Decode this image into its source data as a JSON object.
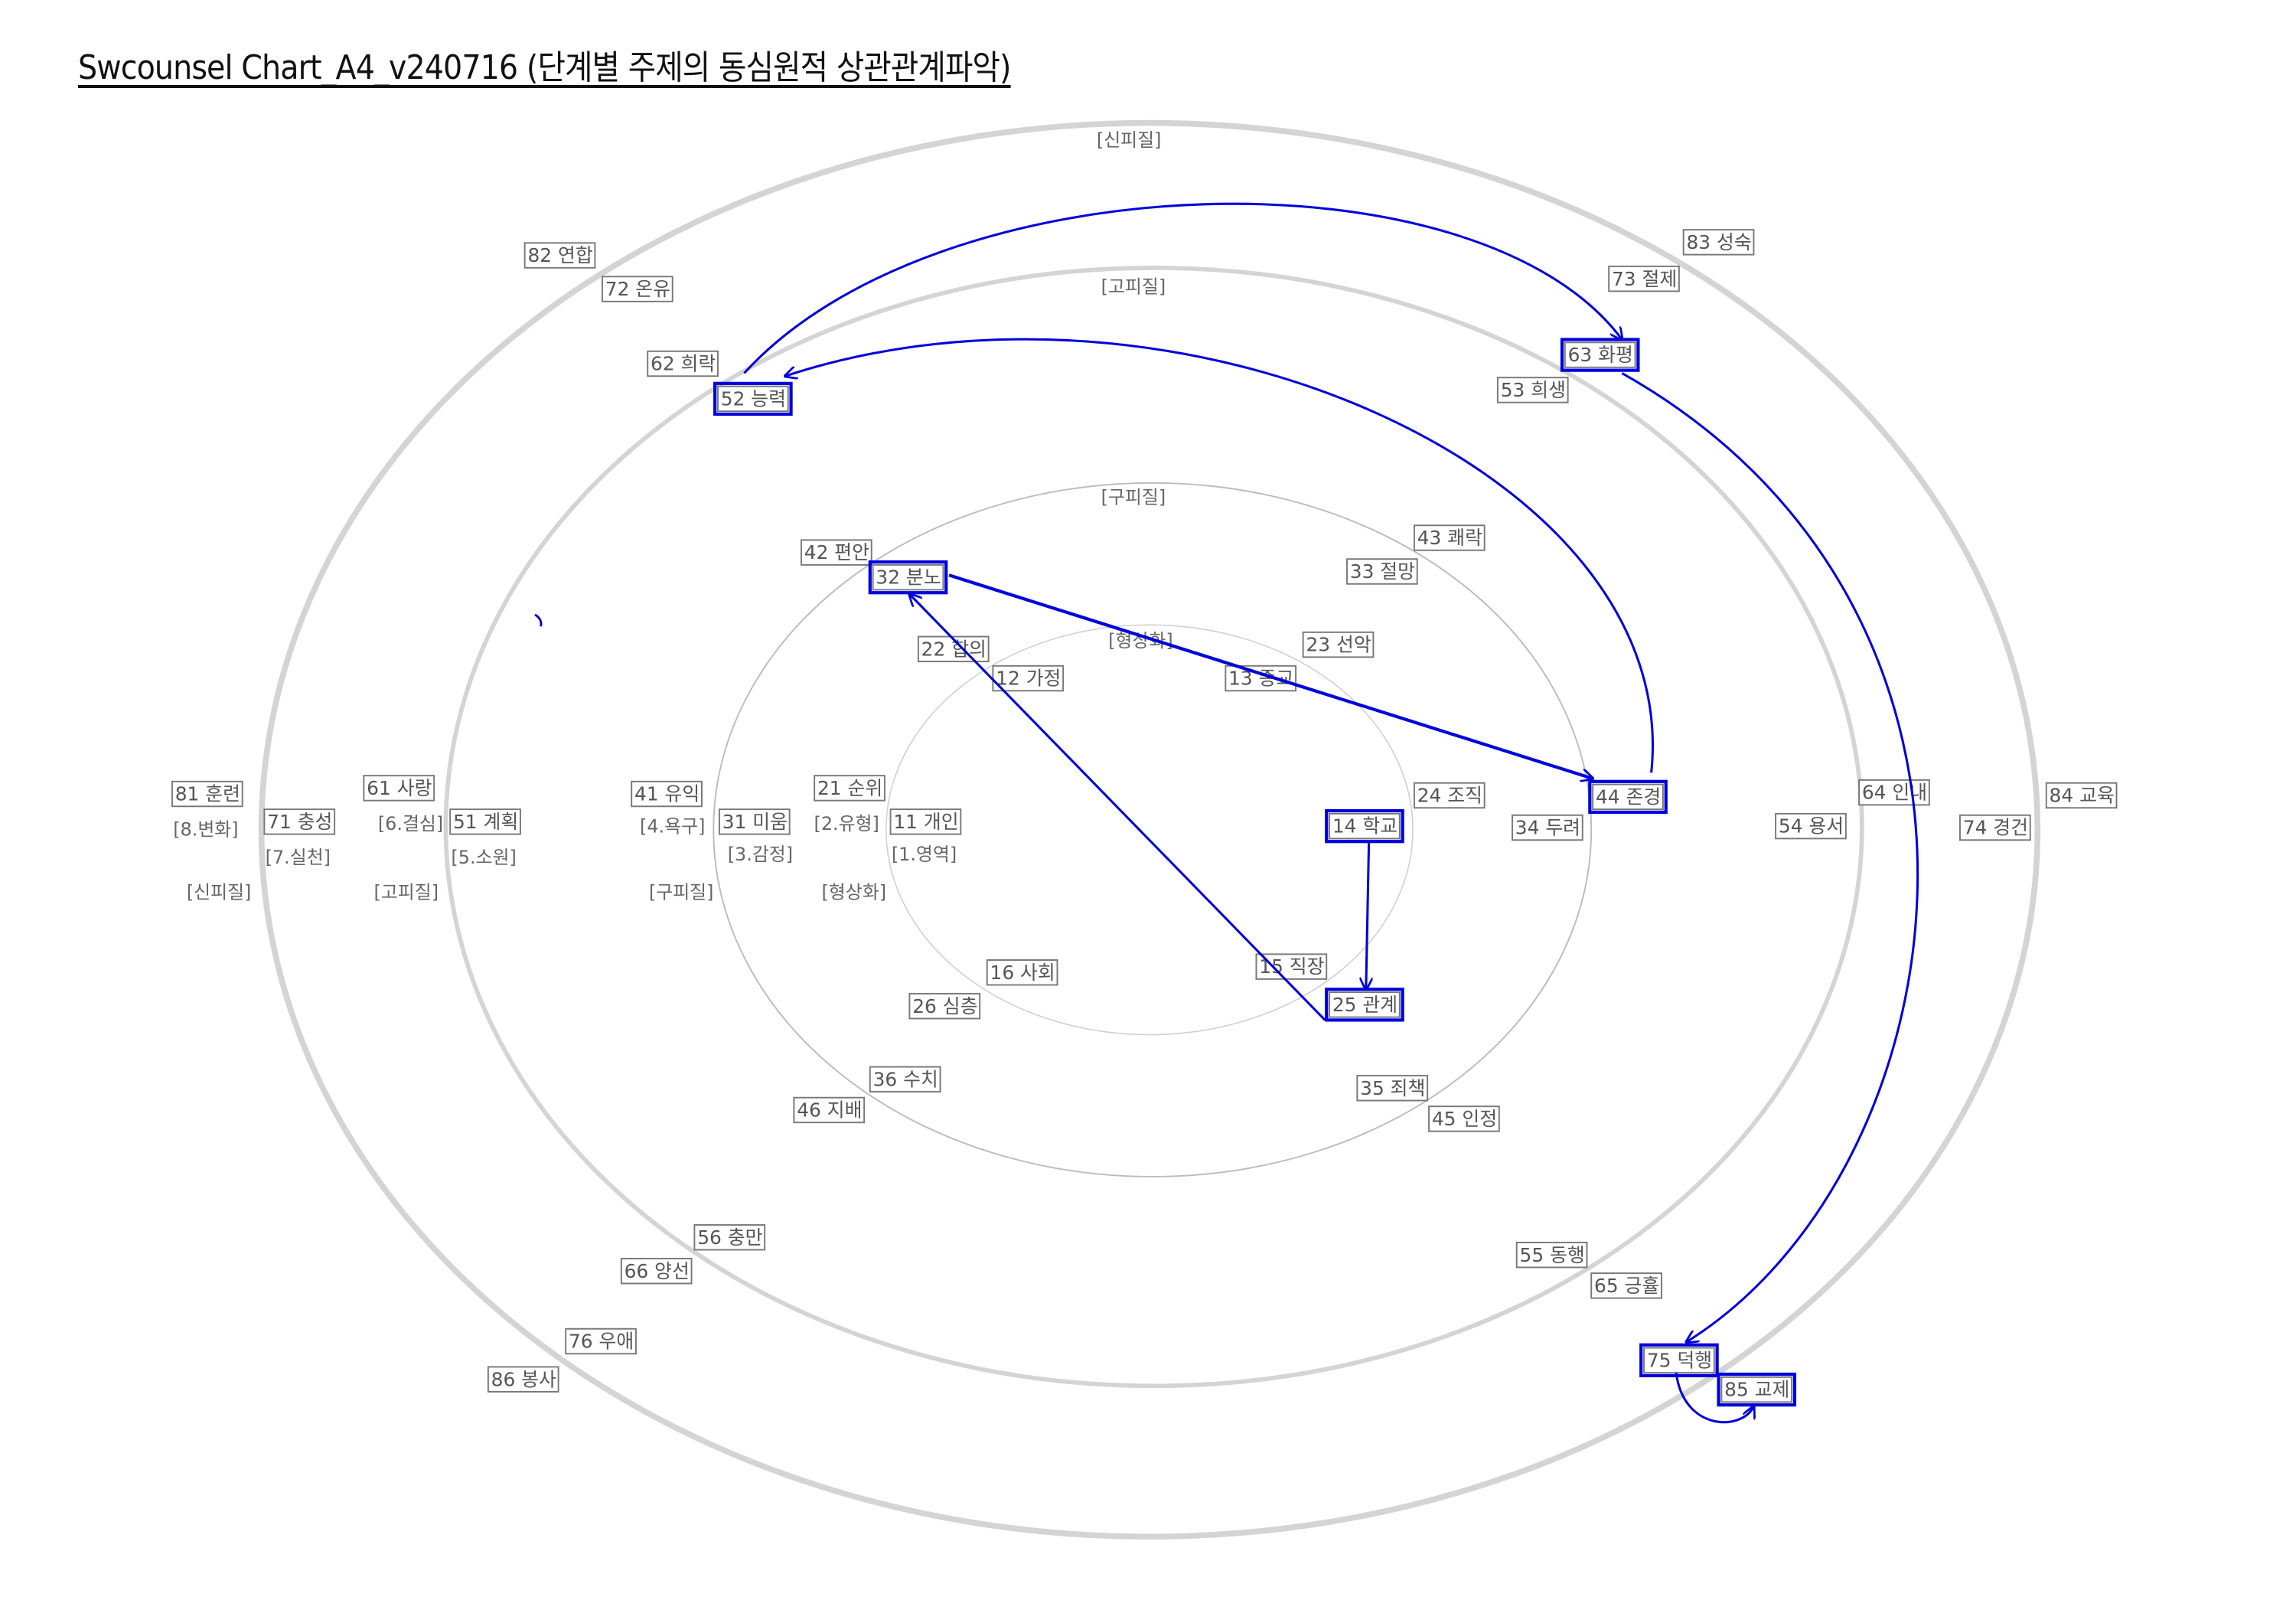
{
  "title": "Swcounsel Chart_A4_v240716 (단계별 주제의 동심원적 상관관계파악)",
  "colors": {
    "arrow": "#0000dd",
    "ring": "#d4d4d4",
    "inner_ring": "#bbbbbb",
    "box": "#777777"
  },
  "rings": [
    "신피질",
    "고피질",
    "구피질",
    "형상화"
  ],
  "ring_labels": [
    "[신피질]",
    "[고피질]",
    "[구피질]",
    "[형상화]"
  ],
  "axis_labels": [
    "[8.변화]",
    "[7.실천]",
    "[신피질]",
    "[6.결심]",
    "[5.소원]",
    "[고피질]",
    "[4.욕구]",
    "[3.감정]",
    "[구피질]",
    "[2.유형]",
    "[1.영역]",
    "[형상화]"
  ],
  "nodes": [
    {
      "label": "82 연합"
    },
    {
      "label": "72 온유"
    },
    {
      "label": "62 희락"
    },
    {
      "label": "52 능력",
      "highlight": true
    },
    {
      "label": "83 성숙"
    },
    {
      "label": "73 절제"
    },
    {
      "label": "63 화평",
      "highlight": true
    },
    {
      "label": "53 희생"
    },
    {
      "label": "43 쾌락"
    },
    {
      "label": "33 절망"
    },
    {
      "label": "42 편안"
    },
    {
      "label": "32 분노",
      "highlight": true
    },
    {
      "label": "22 합의"
    },
    {
      "label": "12 가정"
    },
    {
      "label": "13 종교"
    },
    {
      "label": "23 선악"
    },
    {
      "label": "81 훈련"
    },
    {
      "label": "71 충성"
    },
    {
      "label": "61 사랑"
    },
    {
      "label": "51 계획"
    },
    {
      "label": "41 유익"
    },
    {
      "label": "31 미움"
    },
    {
      "label": "21 순위"
    },
    {
      "label": "11 개인"
    },
    {
      "label": "14 학교",
      "highlight": true
    },
    {
      "label": "24 조직"
    },
    {
      "label": "34 두려"
    },
    {
      "label": "44 존경",
      "highlight": true
    },
    {
      "label": "54 용서"
    },
    {
      "label": "64 인내"
    },
    {
      "label": "74 경건"
    },
    {
      "label": "84 교육"
    },
    {
      "label": "16 사회"
    },
    {
      "label": "26 심층"
    },
    {
      "label": "15 직장"
    },
    {
      "label": "25 관계",
      "highlight": true
    },
    {
      "label": "36 수치"
    },
    {
      "label": "46 지배"
    },
    {
      "label": "35 죄책"
    },
    {
      "label": "45 인정"
    },
    {
      "label": "56 충만"
    },
    {
      "label": "66 양선"
    },
    {
      "label": "76 우애"
    },
    {
      "label": "86 봉사"
    },
    {
      "label": "55 동행"
    },
    {
      "label": "65 긍휼"
    },
    {
      "label": "75 덕행",
      "highlight": true
    },
    {
      "label": "85 교제",
      "highlight": true
    }
  ],
  "relations": [
    {
      "from": "52 능력",
      "to": "63 화평"
    },
    {
      "from": "44 존경",
      "to": "52 능력"
    },
    {
      "from": "32 분노",
      "to": "44 존경"
    },
    {
      "from": "25 관계",
      "to": "32 분노"
    },
    {
      "from": "14 학교",
      "to": "25 관계"
    },
    {
      "from": "63 화평",
      "to": "75 덕행"
    },
    {
      "from": "75 덕행",
      "to": "85 교제"
    }
  ]
}
